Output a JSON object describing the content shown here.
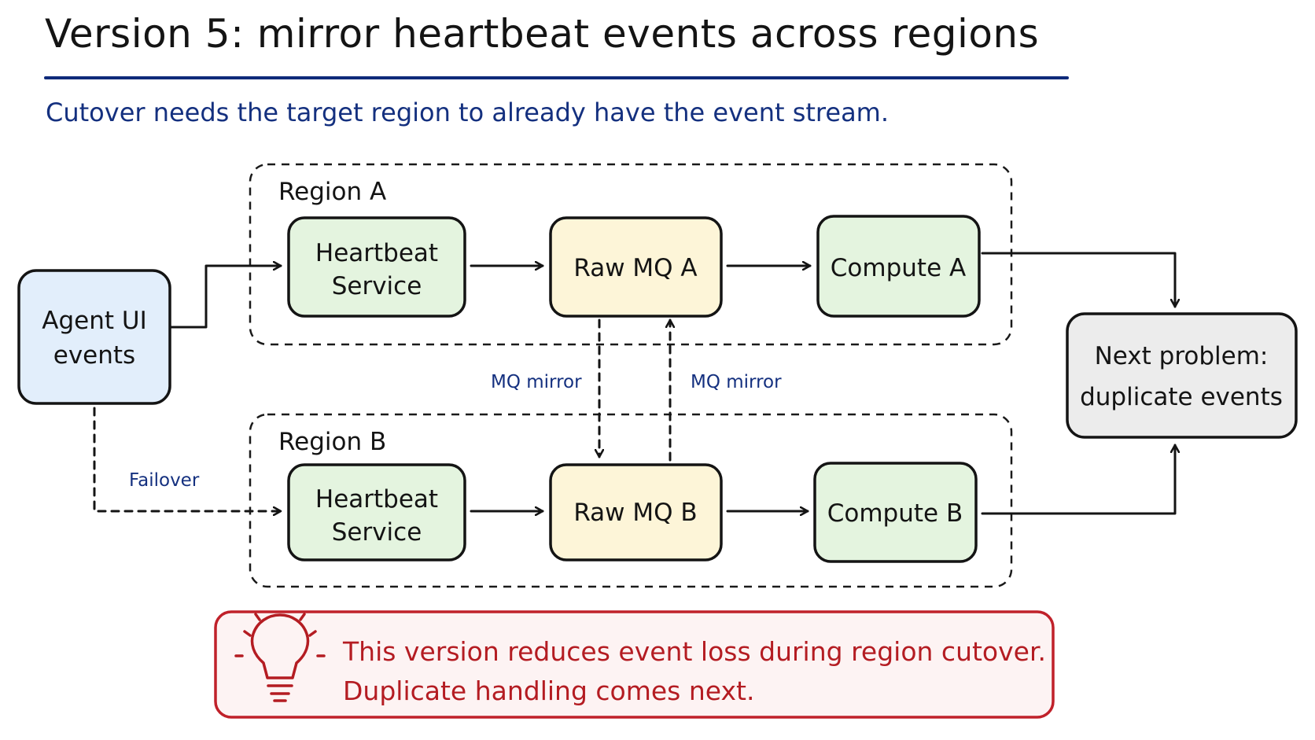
{
  "title": "Version 5: mirror heartbeat events across regions",
  "subtitle": "Cutover needs the target region to already have the event stream.",
  "colors": {
    "title_underline": "#0f2a7a",
    "accent_blue": "#14307f",
    "source_fill": "#e2eefb",
    "service_fill": "#e4f4df",
    "queue_fill": "#fdf5d8",
    "compute_fill": "#e4f4df",
    "outcome_fill": "#ececec",
    "callout_border": "#c0212a",
    "callout_fill": "#fdf3f3",
    "callout_text": "#b41c22"
  },
  "regions": {
    "a": {
      "label": "Region A"
    },
    "b": {
      "label": "Region B"
    }
  },
  "nodes": {
    "agent": {
      "lines": [
        "Agent UI",
        "events"
      ]
    },
    "hb_a": {
      "lines": [
        "Heartbeat",
        "Service"
      ]
    },
    "mq_a": {
      "lines": [
        "Raw MQ A"
      ]
    },
    "compute_a": {
      "lines": [
        "Compute A"
      ]
    },
    "hb_b": {
      "lines": [
        "Heartbeat",
        "Service"
      ]
    },
    "mq_b": {
      "lines": [
        "Raw MQ B"
      ]
    },
    "compute_b": {
      "lines": [
        "Compute B"
      ]
    },
    "next": {
      "lines": [
        "Next problem:",
        "duplicate events"
      ]
    }
  },
  "edges": {
    "mirror_left": "MQ mirror",
    "mirror_right": "MQ mirror",
    "failover": "Failover"
  },
  "callout": {
    "icon": "lightbulb-icon",
    "lines": [
      "This version reduces event loss during region cutover.",
      "Duplicate handling comes next."
    ]
  }
}
